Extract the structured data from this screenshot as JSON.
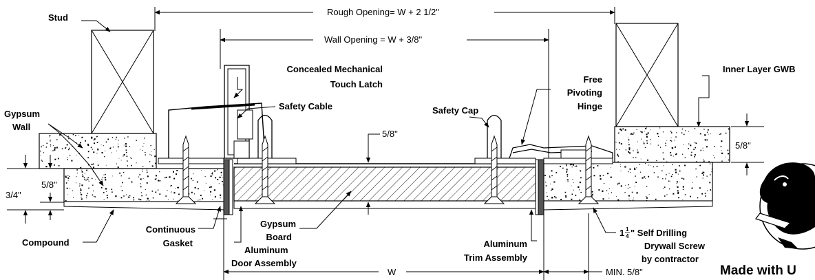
{
  "dimensions": {
    "rough_opening": "Rough Opening= W + 2 1/2\"",
    "wall_opening": "Wall Opening = W + 3/8\"",
    "panel_thickness": "5/8\"",
    "left_five_eighths": "5/8\"",
    "left_three_quarter": "3/4\"",
    "right_five_eighths": "5/8\"",
    "width": "W",
    "min_edge": "MIN. 5/8\""
  },
  "labels": {
    "stud": "Stud",
    "latch_1": "Concealed Mechanical",
    "latch_2": "Touch Latch",
    "safety_cable": "Safety Cable",
    "gypsum_wall_1": "Gypsum",
    "gypsum_wall_2": "Wall",
    "compound": "Compound",
    "gasket_1": "Continuous",
    "gasket_2": "Gasket",
    "gypsum_board_1": "Gypsum",
    "gypsum_board_2": "Board",
    "alum_door_1": "Aluminum",
    "alum_door_2": "Door Assembly",
    "safety_cap": "Safety Cap",
    "hinge_1": "Free",
    "hinge_2": "Pivoting",
    "hinge_3": "Hinge",
    "inner_gwb": "Inner Layer GWB",
    "alum_trim_1": "Aluminum",
    "alum_trim_2": "Trim Assembly",
    "screw_1_whole": "1",
    "screw_1_num": "1",
    "screw_1_den": "4",
    "screw_1_rest": "\" Self Drilling",
    "screw_2": "Drywall Screw",
    "screw_3": "by contractor",
    "made_with": "Made with U"
  },
  "logo": {
    "icon": "horse-head-union-logo"
  }
}
